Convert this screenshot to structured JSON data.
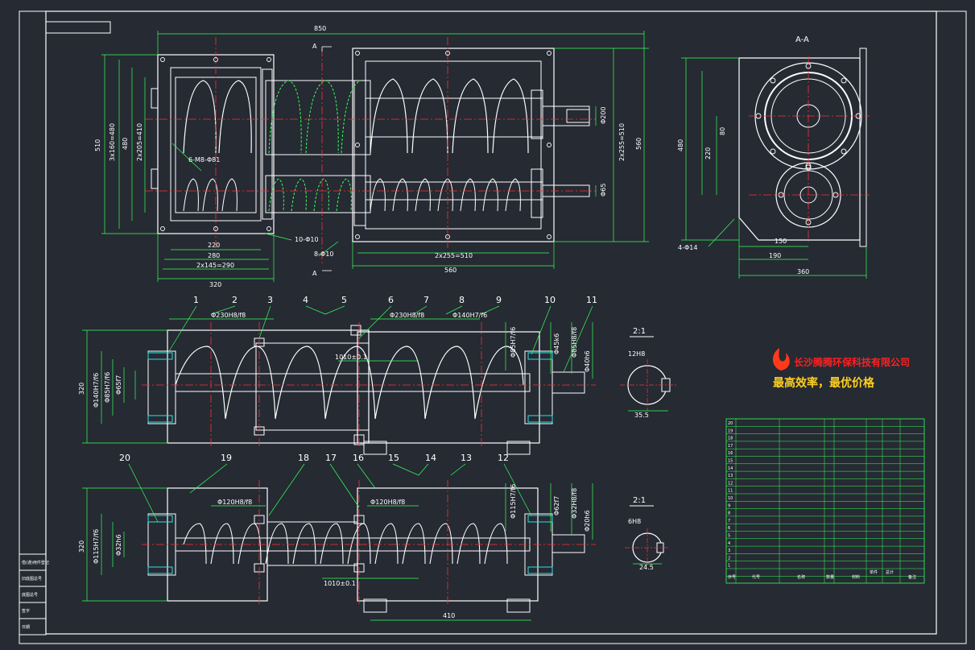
{
  "colors": {
    "background": "#252a33",
    "outline": "#ffffff",
    "dimension": "#39ff5a",
    "centerline": "#ff3030",
    "cyan": "#2fe0e0",
    "logo_text": "#ff2020",
    "slogan": "#ffd020"
  },
  "top_view": {
    "overall_width": "850",
    "section_mark": "A",
    "left_dims": [
      "510",
      "3x160=480",
      "480",
      "2x205=410"
    ],
    "bottom_dims": [
      "220",
      "280",
      "2x145=290",
      "320",
      "2x255=510",
      "560"
    ],
    "right_dims": [
      "Φ200",
      "2x255=510",
      "560",
      "Φ65"
    ],
    "hole_notes": [
      "6-M8-Φ81",
      "10-Φ10",
      "8-Φ10"
    ]
  },
  "section_view": {
    "title": "A-A",
    "dims": [
      "480",
      "220",
      "80",
      "150",
      "190",
      "360"
    ],
    "hole_note": "4-Φ14"
  },
  "upper_assembly": {
    "part_numbers": [
      "1",
      "2",
      "3",
      "4",
      "5",
      "6",
      "7",
      "8",
      "9",
      "10",
      "11"
    ],
    "height": "320",
    "fits": [
      "Φ230H8/f8",
      "Φ230H8/f8",
      "Φ140H7/f6",
      "Φ140H7/f6",
      "Φ85H7/f6",
      "Φ65f7",
      "Φ85H7/f6",
      "Φ45k6",
      "Φ85H8/f8",
      "Φ40h6"
    ],
    "length": "1010±0.1"
  },
  "lower_assembly": {
    "part_numbers": [
      "20",
      "19",
      "18",
      "17",
      "16",
      "15",
      "14",
      "13",
      "12"
    ],
    "height": "320",
    "fits": [
      "Φ120H8/f8",
      "Φ120H8/f8",
      "Φ115H7/f6",
      "Φ115H7/f6",
      "Φ32h6",
      "Φ62f7",
      "Φ32H8/f8",
      "Φ20h6"
    ],
    "length": "1010±0.1",
    "bottom_dim": "410"
  },
  "keyway_details": [
    {
      "title": "2:1",
      "fit": "12H8",
      "dim": "35.5"
    },
    {
      "title": "2:1",
      "fit": "6H8",
      "dim": "24.5"
    }
  ],
  "logo": {
    "company": "长沙腾腾环保科技有限公司",
    "slogan": "最高效率，最优价格"
  },
  "parts_table": {
    "header": [
      "序号",
      "代号",
      "名称",
      "数量",
      "材料",
      "单件",
      "总计",
      "备注"
    ],
    "row_numbers": [
      "20",
      "19",
      "18",
      "17",
      "16",
      "15",
      "14",
      "13",
      "12",
      "11",
      "10",
      "9",
      "8",
      "7",
      "6",
      "5",
      "4",
      "3",
      "2",
      "1"
    ]
  },
  "side_labels": [
    "借(通)用件登记",
    "旧底图总号",
    "底图总号",
    "签字",
    "日期"
  ]
}
